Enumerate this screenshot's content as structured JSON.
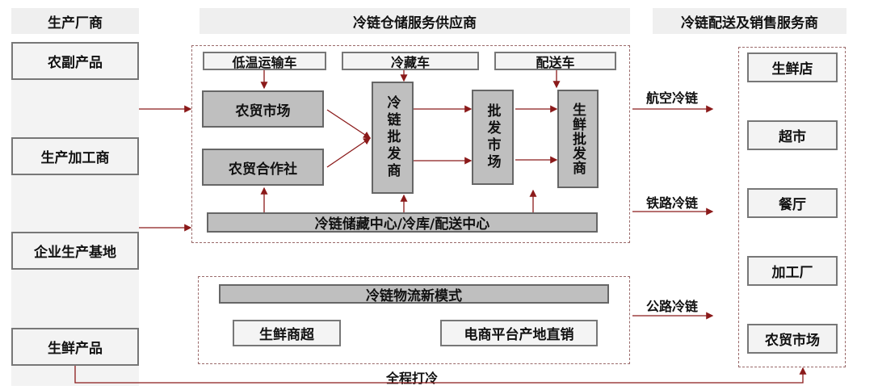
{
  "headers": {
    "producers": "生产厂商",
    "storage": "冷链仓储服务供应商",
    "distribution": "冷链配送及销售服务商"
  },
  "producers": [
    "农副产品",
    "生产加工商",
    "企业生产基地",
    "生鲜产品"
  ],
  "vehicles": [
    "低温运输车",
    "冷藏车",
    "配送车"
  ],
  "storage": {
    "market": "农贸市场",
    "coop": "农贸合作社",
    "cold_wholesaler": "冷链批发商",
    "wholesale_market": "批发市场",
    "fresh_wholesaler": "生鲜批发商",
    "center": "冷链储藏中心/冷库/配送中心"
  },
  "new_model": {
    "title": "冷链物流新模式",
    "items": [
      "生鲜商超",
      "电商平台产地直销"
    ]
  },
  "channels": [
    "航空冷链",
    "铁路冷链",
    "公路冷链"
  ],
  "retailers": [
    "生鲜店",
    "超市",
    "餐厅",
    "加工厂",
    "农贸市场"
  ],
  "bottom_label": "全程打冷",
  "colors": {
    "arrow": "#8b1a1a",
    "gray_box": "#bfbfbf",
    "header_bg": "#efefef"
  }
}
